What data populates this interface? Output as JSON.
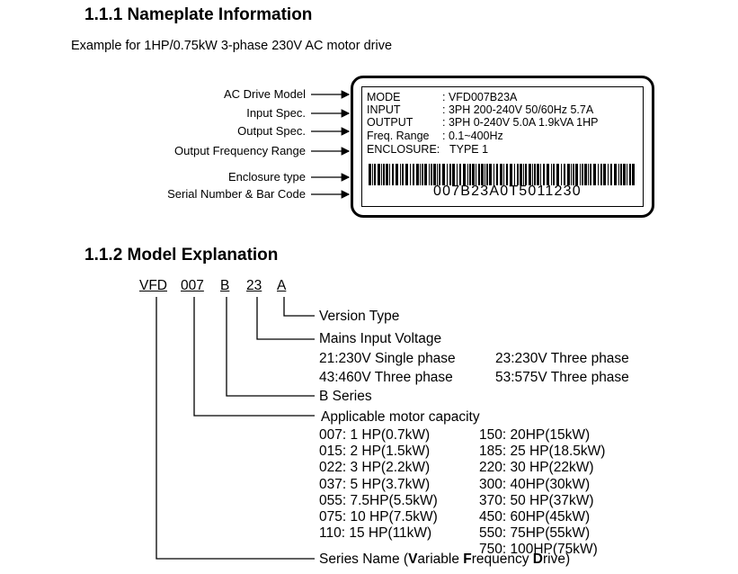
{
  "section1": {
    "title": "1.1.1 Nameplate Information",
    "subtitle": "Example for 1HP/0.75kW 3-phase 230V AC motor drive",
    "labels": [
      "AC Drive Model",
      "Input Spec.",
      "Output Spec.",
      "Output Frequency Range",
      "Enclosure type",
      "Serial Number  & Bar Code"
    ],
    "nameplate": {
      "keys": [
        "MODE",
        "INPUT",
        "OUTPUT",
        "Freq. Range",
        "ENCLOSURE:"
      ],
      "values": [
        ": VFD007B23A",
        ": 3PH 200-240V 50/60Hz 5.7A",
        ": 3PH 0-240V 5.0A 1.9kVA 1HP",
        ": 0.1~400Hz",
        "TYPE 1"
      ],
      "serial": "007B23A0T5011230"
    }
  },
  "section2": {
    "title": "1.1.2 Model Explanation",
    "code_parts": [
      "VFD",
      "007",
      "B",
      "23",
      "A"
    ],
    "version_type": "Version Type",
    "mains_voltage": "Mains Input Voltage",
    "voltage_options": [
      "21:230V Single phase",
      "23:230V Three phase",
      "43:460V Three phase",
      "53:575V Three phase"
    ],
    "b_series": "B Series",
    "motor_capacity": "Applicable motor capacity",
    "capacity_left": [
      "007: 1 HP(0.7kW)",
      "015: 2 HP(1.5kW)",
      "022: 3 HP(2.2kW)",
      "037: 5 HP(3.7kW)",
      "055: 7.5HP(5.5kW)",
      "075: 10 HP(7.5kW)",
      "110: 15 HP(11kW)"
    ],
    "capacity_right": [
      "150: 20HP(15kW)",
      "185: 25 HP(18.5kW)",
      "220: 30 HP(22kW)",
      "300: 40HP(30kW)",
      "370: 50 HP(37kW)",
      "450: 60HP(45kW)",
      "550: 75HP(55kW)",
      "750: 100HP(75kW)"
    ],
    "series_name": {
      "prefix": "Series Name (",
      "v": "V",
      "ariable": "ariable ",
      "f": "F",
      "requency": "requency ",
      "d": "D",
      "rive": "rive)"
    }
  }
}
